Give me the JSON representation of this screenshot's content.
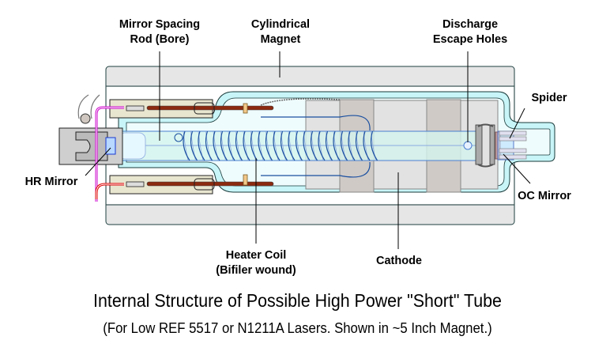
{
  "diagram": {
    "title": "Internal Structure of Possible High Power \"Short\" Tube",
    "subtitle": "(For Low REF 5517 or N1211A Lasers. Shown in ~5 Inch Magnet.)",
    "labels": {
      "mirror_spacing_rod": [
        "Mirror Spacing",
        "Rod (Bore)"
      ],
      "cylindrical_magnet": [
        "Cylindrical",
        "Magnet"
      ],
      "discharge_escape_holes": [
        "Discharge",
        "Escape Holes"
      ],
      "spider": "Spider",
      "hr_mirror": "HR Mirror",
      "oc_mirror": "OC Mirror",
      "heater_coil": [
        "Heater Coil",
        "(Bifiler wound)"
      ],
      "cathode": "Cathode"
    },
    "colors": {
      "magnet_fill": "#e6e6e6",
      "glass_fill": "#c8f5f8",
      "glass_inner": "#effcfd",
      "bore_fill": "#d4f4ee",
      "coil_blue": "#1a4fa0",
      "cathode_fill": "#e2e2e2",
      "cathode_band": "#cfcac6",
      "wire_magenta": "#cc00cc",
      "wire_red": "#dd0000",
      "rod_brown": "#8b2a10"
    }
  }
}
